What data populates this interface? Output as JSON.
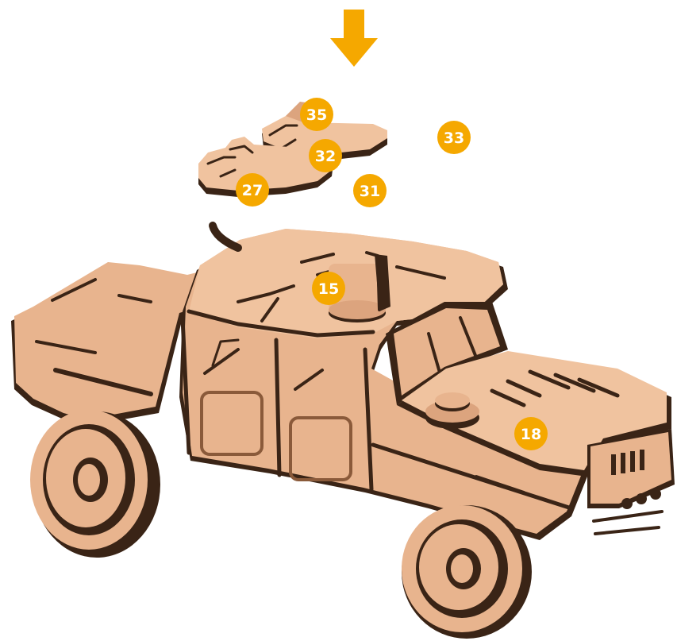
{
  "colors": {
    "arrow": "#f5a800",
    "badge": "#f5a800",
    "badge_text": "#ffffff",
    "wood": "#e8b48e",
    "wood_edge": "#3a2416"
  },
  "icons": {
    "arrow": "down-arrow-icon"
  },
  "part_labels": {
    "p35": "35",
    "p33": "33",
    "p32": "32",
    "p27": "27",
    "p31": "31",
    "p15": "15",
    "p18": "18"
  }
}
